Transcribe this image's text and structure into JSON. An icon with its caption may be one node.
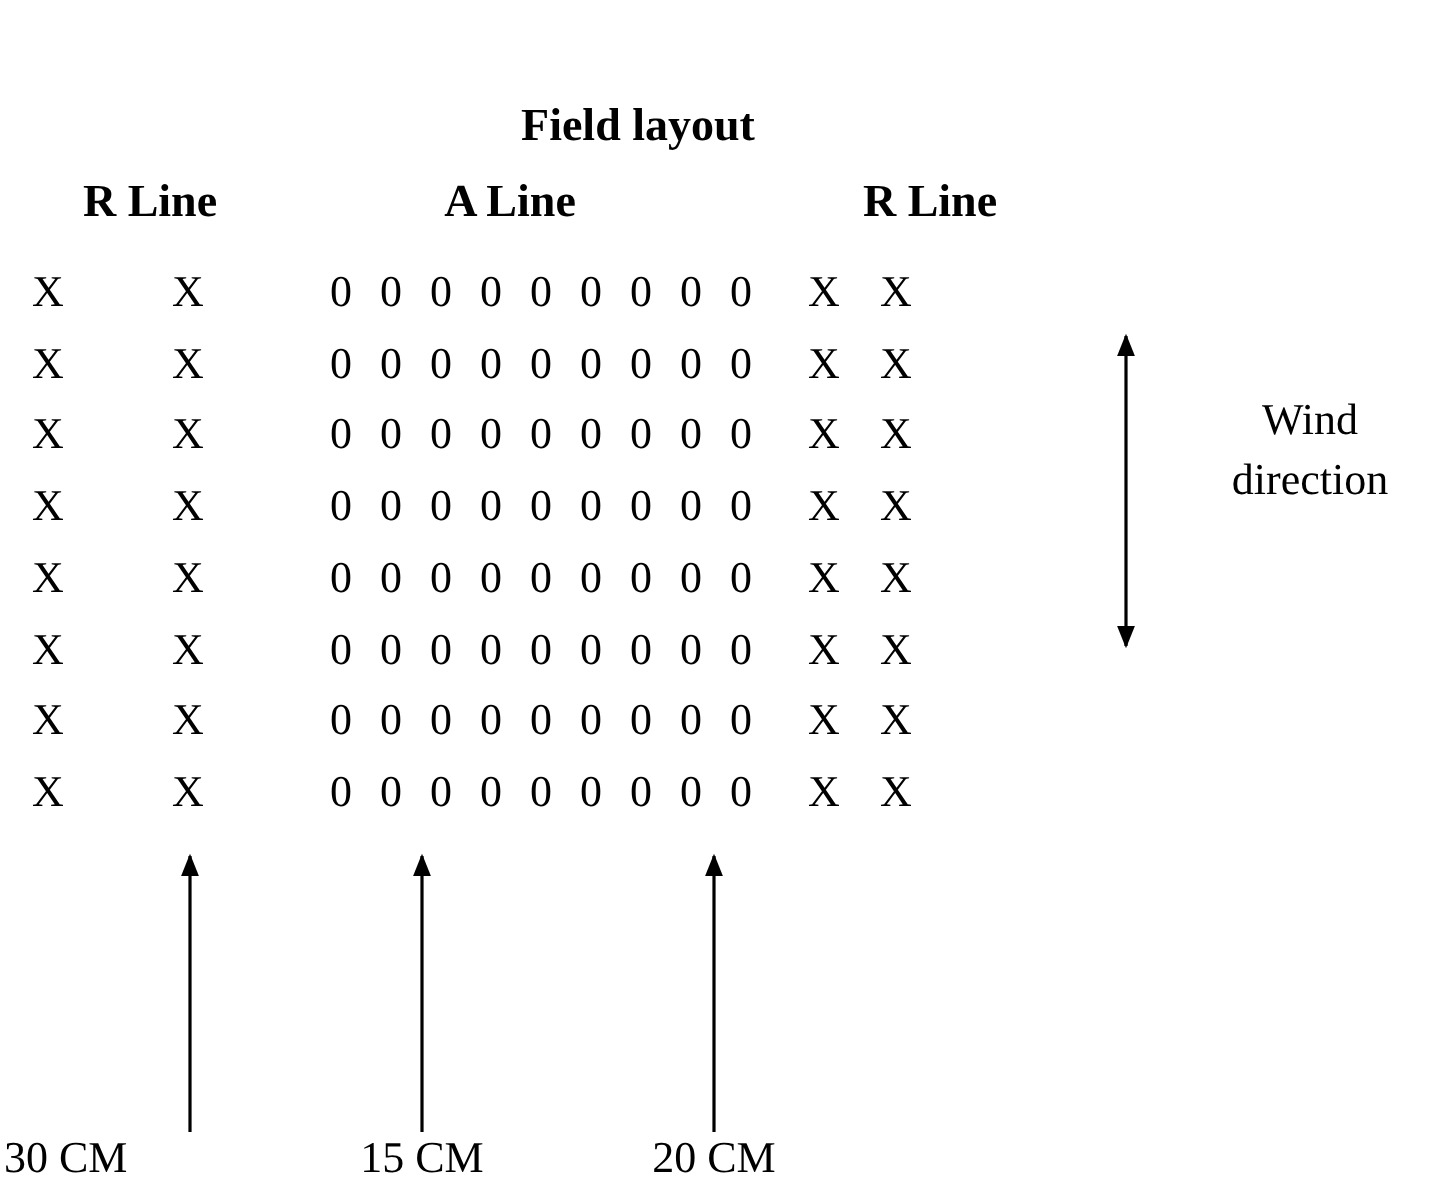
{
  "diagram": {
    "title": "Field layout",
    "nodes": [
      {
        "text": [
          "30 CM"
        ]
      },
      {
        "text": [
          "15 CM"
        ]
      },
      {
        "text": [
          "20 CM"
        ]
      }
    ],
    "edges": [
      {
        "from": 0,
        "to": null,
        "arrow": "to"
      },
      {
        "from": 1,
        "to": null,
        "arrow": "to"
      },
      {
        "from": 2,
        "to": null,
        "arrow": "to"
      }
    ],
    "labels": [
      "R Line",
      "A Line",
      "R Line",
      "X",
      "X",
      "0 0 0 0 0 0 0 0 0",
      "X",
      "X",
      "X",
      "X",
      "0 0 0 0 0 0 0 0 0",
      "X",
      "X",
      "X",
      "X",
      "0 0 0 0 0 0 0 0 0",
      "X",
      "X",
      "X",
      "X",
      "0 0 0 0 0 0 0 0 0",
      "X",
      "X",
      "X",
      "X",
      "0 0 0 0 0 0 0 0 0",
      "X",
      "X",
      "X",
      "X",
      "0 0 0 0 0 0 0 0 0",
      "X",
      "X",
      "X",
      "X",
      "0 0 0 0 0 0 0 0 0",
      "X",
      "X",
      "X",
      "X",
      "0 0 0 0 0 0 0 0 0",
      "X",
      "X",
      "Wind direction"
    ]
  }
}
